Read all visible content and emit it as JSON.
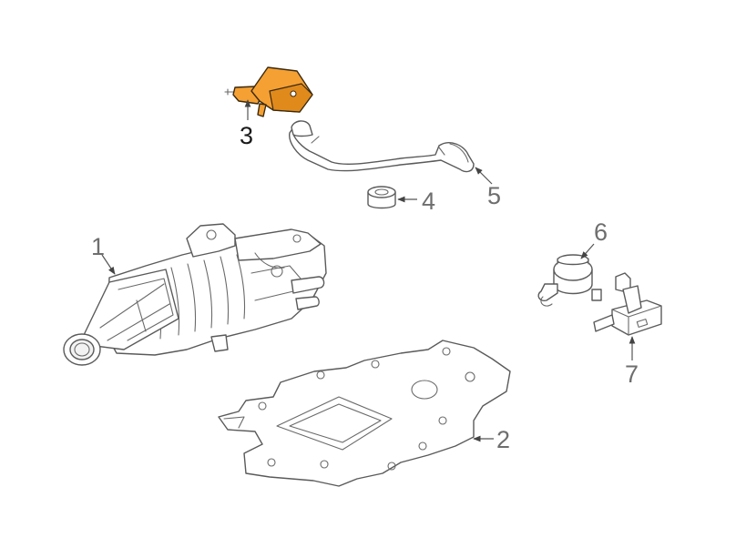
{
  "diagram": {
    "callouts": [
      "1",
      "2",
      "3",
      "4",
      "5",
      "6",
      "7"
    ],
    "highlighted_callout": "3",
    "highlight_color": "#f5a033",
    "line_color": "#5a5a5a",
    "label_color": "#6e6e6e"
  }
}
